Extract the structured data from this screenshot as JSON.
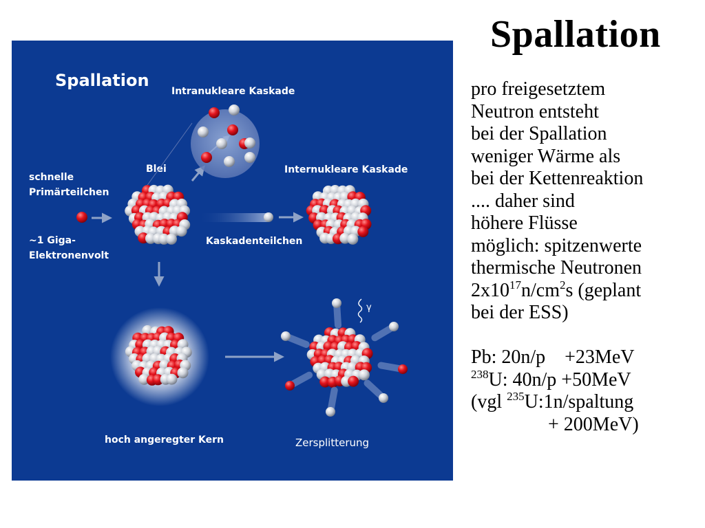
{
  "slide": {
    "title": "Spallation"
  },
  "diagram": {
    "title": "Spallation",
    "labels": {
      "intranuclear": "Intranukleare Kaskade",
      "lead": "Blei",
      "internuclear": "Internukleare Kaskade",
      "primary_line1": "schnelle",
      "primary_line2": "Primärteilchen",
      "energy_line1": "~1 Giga-",
      "energy_line2": "Elektronenvolt",
      "cascade_particles": "Kaskadenteilchen",
      "excited_nucleus": "hoch angeregter Kern",
      "fragmentation": "Zersplitterung",
      "gamma": "γ"
    },
    "colors": {
      "background": "#0c3a92",
      "proton": "#e11a24",
      "neutron": "#d4d7dc",
      "arrow": "#8ea2c7"
    }
  },
  "text": {
    "l1": "pro freigesetztem",
    "l2": "Neutron entsteht",
    "l3": "bei der Spallation",
    "l4": "weniger Wärme als",
    "l5": "bei der Kettenreaktion",
    "l6": ".... daher sind",
    "l7": "höhere Flüsse",
    "l8": "möglich: spitzenwerte",
    "l9": "thermische Neutronen",
    "l10_a": "2x10",
    "l10_sup1": "17",
    "l10_b": "n/cm",
    "l10_sup2": "2",
    "l10_c": "s (geplant",
    "l11": "bei der ESS)",
    "l12": "Pb: 20n/p    +23MeV",
    "l13_sup": "238",
    "l13": "U: 40n/p +50MeV",
    "l14_a": "(vgl ",
    "l14_sup": "235",
    "l14_b": "U:1n/spaltung",
    "l15": "+ 200MeV)"
  }
}
